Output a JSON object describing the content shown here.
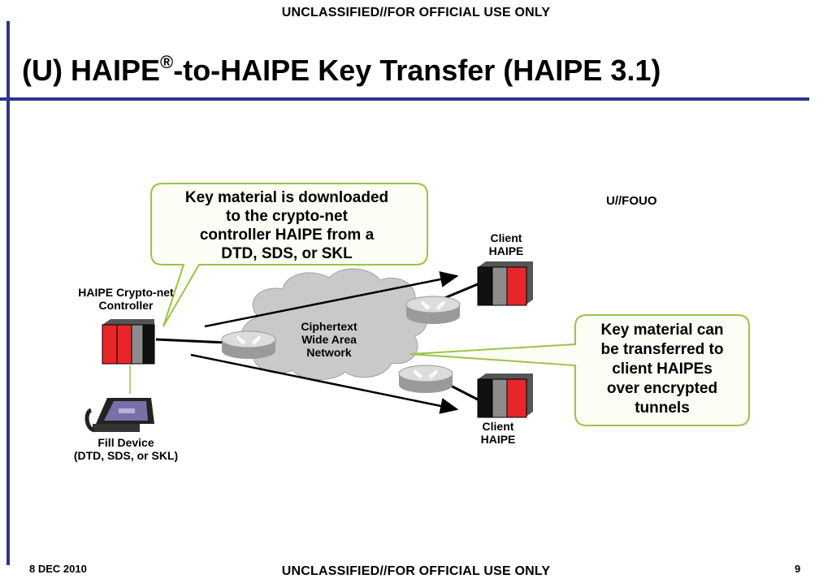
{
  "banner": {
    "top": "UNCLASSIFIED//FOR OFFICIAL USE ONLY",
    "bottom": "UNCLASSIFIED//FOR OFFICIAL USE ONLY"
  },
  "title": {
    "prefix": "(U) HAIPE",
    "reg": "®",
    "suffix": "-to-HAIPE Key Transfer (HAIPE 3.1)"
  },
  "marking": "U//FOUO",
  "footer": {
    "date": "8 DEC 2010",
    "page": "9"
  },
  "callouts": {
    "download": [
      "Key material is downloaded",
      "to the crypto-net",
      "controller HAIPE from a",
      "DTD, SDS, or SKL"
    ],
    "transfer": [
      "Key material can",
      "be transferred to",
      "client HAIPEs",
      "over encrypted",
      "tunnels"
    ]
  },
  "nodes": {
    "controller": [
      "HAIPE Crypto-net",
      "Controller"
    ],
    "fill_device": [
      "Fill Device",
      "(DTD, SDS, or SKL)"
    ],
    "network": [
      "Ciphertext",
      "Wide Area",
      "Network"
    ],
    "client_top": [
      "Client",
      "HAIPE"
    ],
    "client_bottom": [
      "Client",
      "HAIPE"
    ]
  },
  "colors": {
    "accent_bar": "#2b3390",
    "haipe_red": "#e8262a",
    "haipe_gray": "#8c8c8c",
    "haipe_black": "#111111",
    "callout_border": "#9bc447"
  }
}
